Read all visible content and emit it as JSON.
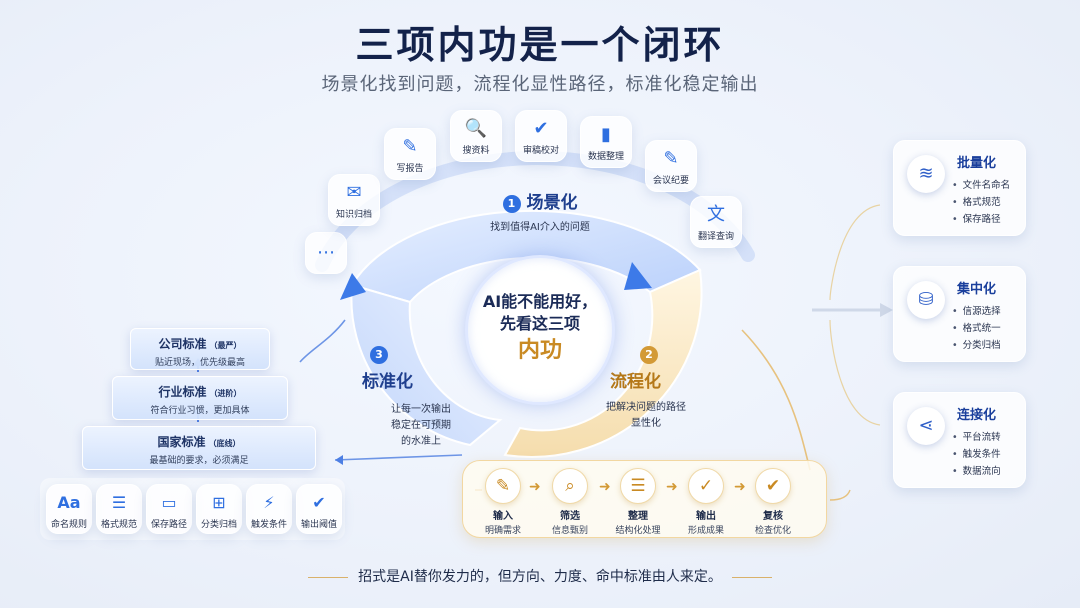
{
  "title": "三项内功是一个闭环",
  "subtitle": "场景化找到问题，流程化显性路径，标准化稳定输出",
  "colors": {
    "blue": "#2f6fe0",
    "gold": "#c98a23",
    "navy": "#13224a"
  },
  "tools": [
    {
      "icon": "ellipsis-icon",
      "glyph": "⋯",
      "label": ""
    },
    {
      "icon": "mail-icon",
      "glyph": "✉",
      "label": "知识归档"
    },
    {
      "icon": "document-edit-icon",
      "glyph": "✎",
      "label": "写报告"
    },
    {
      "icon": "search-icon",
      "glyph": "🔍",
      "label": "搜资料"
    },
    {
      "icon": "shield-check-icon",
      "glyph": "✔",
      "label": "审稿校对"
    },
    {
      "icon": "bar-chart-icon",
      "glyph": "▮",
      "label": "数据整理"
    },
    {
      "icon": "calendar-edit-icon",
      "glyph": "✎",
      "label": "会议纪要"
    },
    {
      "icon": "translate-icon",
      "glyph": "文",
      "label": "翻译查询"
    }
  ],
  "center": {
    "line1": "AI能不能用好，",
    "line2": "先看这三项",
    "line3": "内功"
  },
  "sections": {
    "scene": {
      "num": "1",
      "title": "场景化",
      "desc": "找到值得AI介入的问题"
    },
    "process": {
      "num": "2",
      "title": "流程化",
      "desc_1": "把解决问题的路径",
      "desc_2": "显性化"
    },
    "standard": {
      "num": "3",
      "title": "标准化",
      "desc_1": "让每一次输出",
      "desc_2": "稳定在可预期",
      "desc_3": "的水准上"
    }
  },
  "pyramid": [
    {
      "title": "公司标准",
      "tag": "（最严）",
      "desc": "贴近现场，优先级最高"
    },
    {
      "title": "行业标准",
      "tag": "（进阶）",
      "desc": "符合行业习惯，更加具体"
    },
    {
      "title": "国家标准",
      "tag": "（底线）",
      "desc": "最基础的要求，必须满足"
    }
  ],
  "standard_tools": [
    {
      "icon": "font-icon",
      "glyph": "Aa",
      "label": "命名规则"
    },
    {
      "icon": "document-icon",
      "glyph": "☰",
      "label": "格式规范"
    },
    {
      "icon": "folder-icon",
      "glyph": "▭",
      "label": "保存路径"
    },
    {
      "icon": "grid-icon",
      "glyph": "⊞",
      "label": "分类归档"
    },
    {
      "icon": "lightning-icon",
      "glyph": "⚡",
      "label": "触发条件"
    },
    {
      "icon": "shield-icon",
      "glyph": "✔",
      "label": "输出阈值"
    }
  ],
  "flow_steps": [
    {
      "icon": "input-doc-icon",
      "glyph": "✎",
      "title": "输入",
      "desc": "明确需求"
    },
    {
      "icon": "filter-search-icon",
      "glyph": "⌕",
      "title": "筛选",
      "desc": "信息甄别"
    },
    {
      "icon": "list-doc-icon",
      "glyph": "☰",
      "title": "整理",
      "desc": "结构化处理"
    },
    {
      "icon": "check-box-icon",
      "glyph": "✓",
      "title": "输出",
      "desc": "形成成果"
    },
    {
      "icon": "clipboard-check-icon",
      "glyph": "✔",
      "title": "复核",
      "desc": "检查优化"
    }
  ],
  "right_cards": [
    {
      "icon": "layers-icon",
      "glyph": "≋",
      "title": "批量化",
      "items": [
        "文件名命名",
        "格式规范",
        "保存路径"
      ]
    },
    {
      "icon": "database-icon",
      "glyph": "⛁",
      "title": "集中化",
      "items": [
        "信源选择",
        "格式统一",
        "分类归档"
      ]
    },
    {
      "icon": "share-icon",
      "glyph": "⋖",
      "title": "连接化",
      "items": [
        "平台流转",
        "触发条件",
        "数据流向"
      ]
    }
  ],
  "footer": "招式是AI替你发力的，但方向、力度、命中标准由人来定。"
}
